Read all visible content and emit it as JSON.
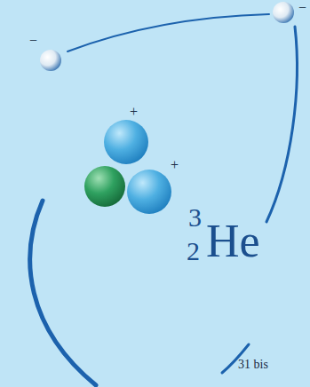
{
  "diagram": {
    "labels": [
      "−",
      "−",
      "+",
      "+",
      "3",
      "2",
      "He",
      "31 bis"
    ]
  }
}
